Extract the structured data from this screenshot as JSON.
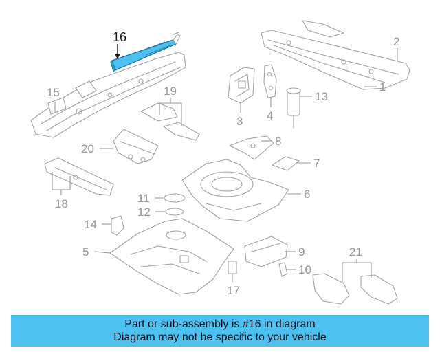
{
  "diagram": {
    "highlight_color": "#4dc0f2",
    "callouts": {
      "c1": "1",
      "c2": "2",
      "c3": "3",
      "c4": "4",
      "c5": "5",
      "c6": "6",
      "c7": "7",
      "c8": "8",
      "c9": "9",
      "c10": "10",
      "c11": "11",
      "c12": "12",
      "c13": "13",
      "c14": "14",
      "c15": "15",
      "c16": "16",
      "c17": "17",
      "c18": "18",
      "c19": "19",
      "c20": "20",
      "c21": "21"
    }
  },
  "banner": {
    "color": "#4dc0f2",
    "line1": "Part or sub-assembly is #16 in diagram",
    "line2": "Diagram may not be specific to your vehicle"
  }
}
